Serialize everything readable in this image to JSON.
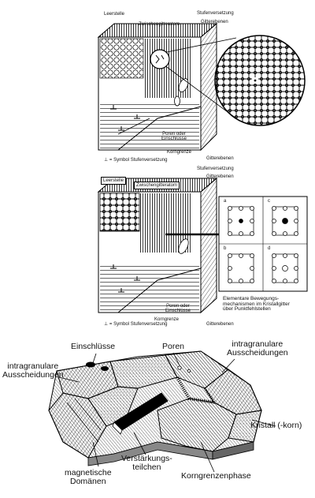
{
  "diagram1": {
    "leerstelle": "Leerstelle",
    "zwischengitteratom": "Zwischengitteratom",
    "stufenversetzung": "Stufenversetzung",
    "gitterebenen_top": "Gitterebenen",
    "poren_einschluesse": "Poren oder\nEinschlüsse",
    "korngrenze": "Korngrenze",
    "gitterebenen_bottom": "Gitterebenen",
    "symbol_legend": "⊥ = Symbol Stufenversetzung"
  },
  "diagram2": {
    "leerstelle": "Leerstelle",
    "zwischengitteratom": "Zwischengitteratom",
    "stufenversetzung": "Stufenversetzung",
    "gitterebenen_top": "Gitterebenen",
    "cell_a": "a",
    "cell_b": "b",
    "cell_c": "c",
    "cell_d": "d",
    "poren_einschluesse": "Poren oder\nEinschlüsse",
    "korngrenze": "Korngrenze",
    "gitterebenen_bottom": "Gitterebenen",
    "caption": "Elementare Bewegungs-\nmechanismen im Kristallgitter\nüber Punktfehlstellen",
    "symbol_legend": "⊥ = Symbol Stufenversetzung"
  },
  "diagram3": {
    "einschluesse": "Einschlüsse",
    "poren": "Poren",
    "intragranulare_right": "intragranulare\nAusscheidungen",
    "intragranulare_left": "intragranulare\nAusscheidungen",
    "kristall": "Kristall (-korn)",
    "verstaerkung": "Verstärkungs-\nteilchen",
    "magnetische": "magnetische\nDomänen",
    "korngrenzenphase": "Korngrenzenphase"
  }
}
